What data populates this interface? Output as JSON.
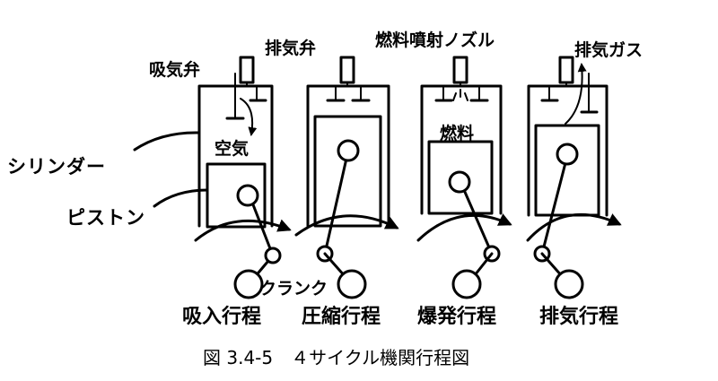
{
  "labels": {
    "intake_valve": "吸気弁",
    "exhaust_valve": "排気弁",
    "fuel_nozzle": "燃料噴射ノズル",
    "exhaust_gas": "排気ガス",
    "cylinder": "シリンダー",
    "piston": "ピストン",
    "air": "空気",
    "fuel": "燃料",
    "crank": "クランク"
  },
  "strokes": [
    {
      "name": "吸入行程"
    },
    {
      "name": "圧縮行程"
    },
    {
      "name": "爆発行程"
    },
    {
      "name": "排気行程"
    }
  ],
  "caption": "図 3.4-5　４サイクル機関行程図"
}
